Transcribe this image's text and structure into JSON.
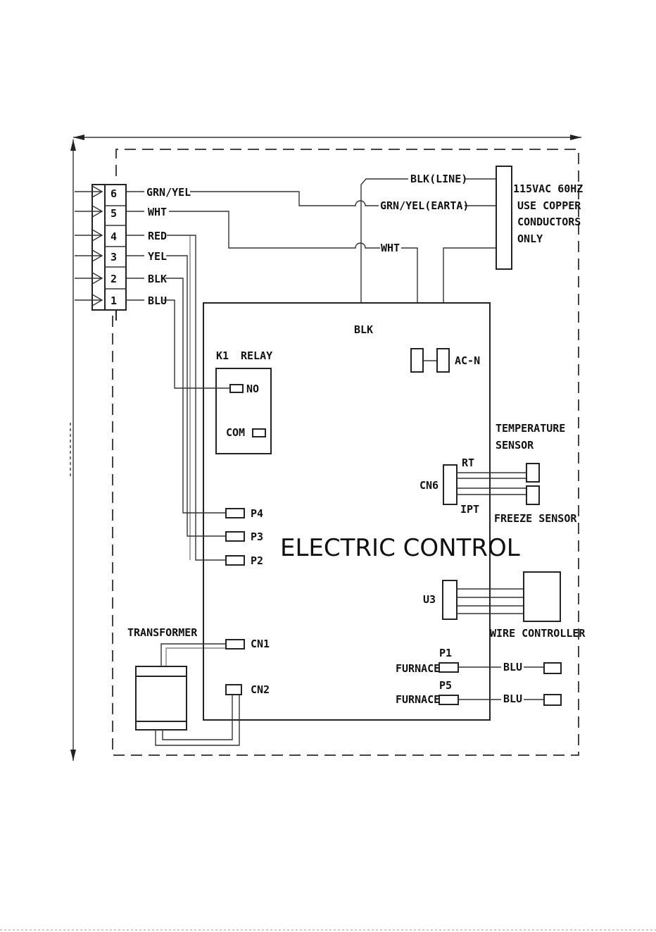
{
  "terminals": [
    {
      "num": "6",
      "wire": "GRN/YEL"
    },
    {
      "num": "5",
      "wire": "WHT"
    },
    {
      "num": "4",
      "wire": "RED"
    },
    {
      "num": "3",
      "wire": "YEL"
    },
    {
      "num": "2",
      "wire": "BLK"
    },
    {
      "num": "1",
      "wire": "BLU"
    }
  ],
  "power": {
    "line_label": "BLK(LINE)",
    "earth_label": "GRN/YEL(EARTA)",
    "neutral_label": "WHT",
    "supply_lines": [
      "115VAC 60HZ",
      "USE COPPER",
      "CONDUCTORS",
      "ONLY"
    ]
  },
  "board": {
    "title": "ELECTRIC CONTROL",
    "blk_label": "BLK",
    "acn_label": "AC-N",
    "relay": {
      "name": "K1",
      "label": "RELAY",
      "no": "NO",
      "com": "COM"
    },
    "connectors": [
      "P4",
      "P3",
      "P2",
      "CN1",
      "CN2",
      "CN6",
      "U3",
      "P1",
      "P5"
    ],
    "cn6_pins": [
      "RT",
      "IPT"
    ]
  },
  "sensors": {
    "temperature": [
      "TEMPERATURE",
      "SENSOR"
    ],
    "freeze": "FREEZE SENSOR"
  },
  "transformer": "TRANSFORMER",
  "wire_controller": "WIRE CONTROLLER",
  "furnace": [
    {
      "label": "FURNACE",
      "wire": "BLU"
    },
    {
      "label": "FURNACE",
      "wire": "BLU"
    }
  ]
}
